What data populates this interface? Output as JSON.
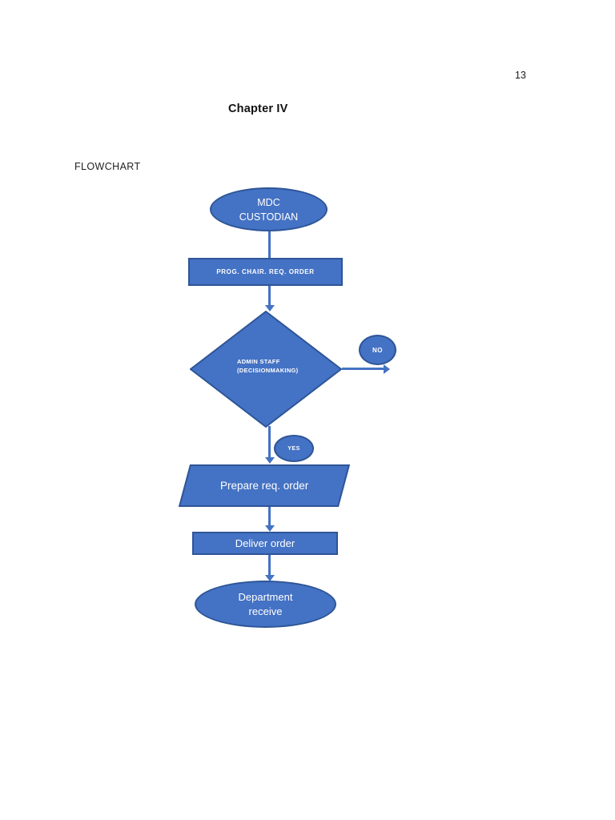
{
  "page": {
    "number": "13",
    "chapter_title": "Chapter IV",
    "section_label": "FLOWCHART"
  },
  "flowchart": {
    "start": {
      "shape": "ellipse",
      "line1": "MDC",
      "line2": "CUSTODIAN"
    },
    "prog_chair": {
      "shape": "rectangle",
      "label": "PROG. CHAIR. REQ. ORDER"
    },
    "decision": {
      "shape": "diamond",
      "line1": "ADMIN STAFF",
      "line2": "(DECISIONMAKING)"
    },
    "no_branch": {
      "shape": "ellipse",
      "label": "NO"
    },
    "yes_branch": {
      "shape": "ellipse",
      "label": "YES"
    },
    "prepare": {
      "shape": "parallelogram",
      "label": "Prepare req. order"
    },
    "deliver": {
      "shape": "rectangle",
      "label": "Deliver order"
    },
    "end": {
      "shape": "ellipse",
      "line1": "Department",
      "line2": "receive"
    },
    "edges": [
      {
        "from": "start",
        "to": "prog_chair",
        "arrowhead": false
      },
      {
        "from": "prog_chair",
        "to": "decision",
        "arrowhead": true
      },
      {
        "from": "decision",
        "to": "no_branch",
        "direction": "right",
        "arrowhead": true
      },
      {
        "from": "decision",
        "to": "prepare",
        "label": "YES",
        "arrowhead": true
      },
      {
        "from": "prepare",
        "to": "deliver",
        "arrowhead": true
      },
      {
        "from": "deliver",
        "to": "end",
        "arrowhead": true
      }
    ],
    "colors": {
      "shape_fill": "#4472C4",
      "shape_border": "#2E5597",
      "connector": "#4472C4",
      "text_on_shape": "#FFFFFF",
      "page_text": "#1A1A1A"
    }
  }
}
